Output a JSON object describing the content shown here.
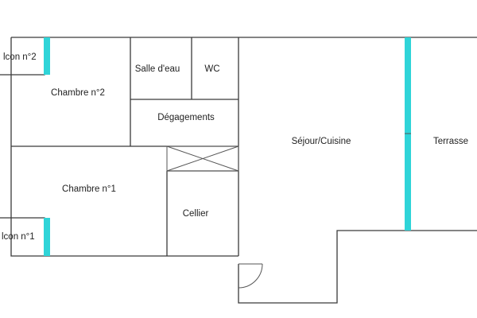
{
  "colors": {
    "walls": "#3a3a3a",
    "windows": "#2fd4d8",
    "background": "#ffffff",
    "label_text": "#222222"
  },
  "rooms": {
    "balcony_2": "lcon n°2",
    "bedroom_2": "Chambre n°2",
    "bathroom": "Salle d'eau",
    "wc": "WC",
    "hallway": "Dégagements",
    "living_kitchen": "Séjour/Cuisine",
    "terrace": "Terrasse",
    "bedroom_1": "Chambre n°1",
    "storage": "Cellier",
    "balcony_1": "lcon n°1"
  }
}
